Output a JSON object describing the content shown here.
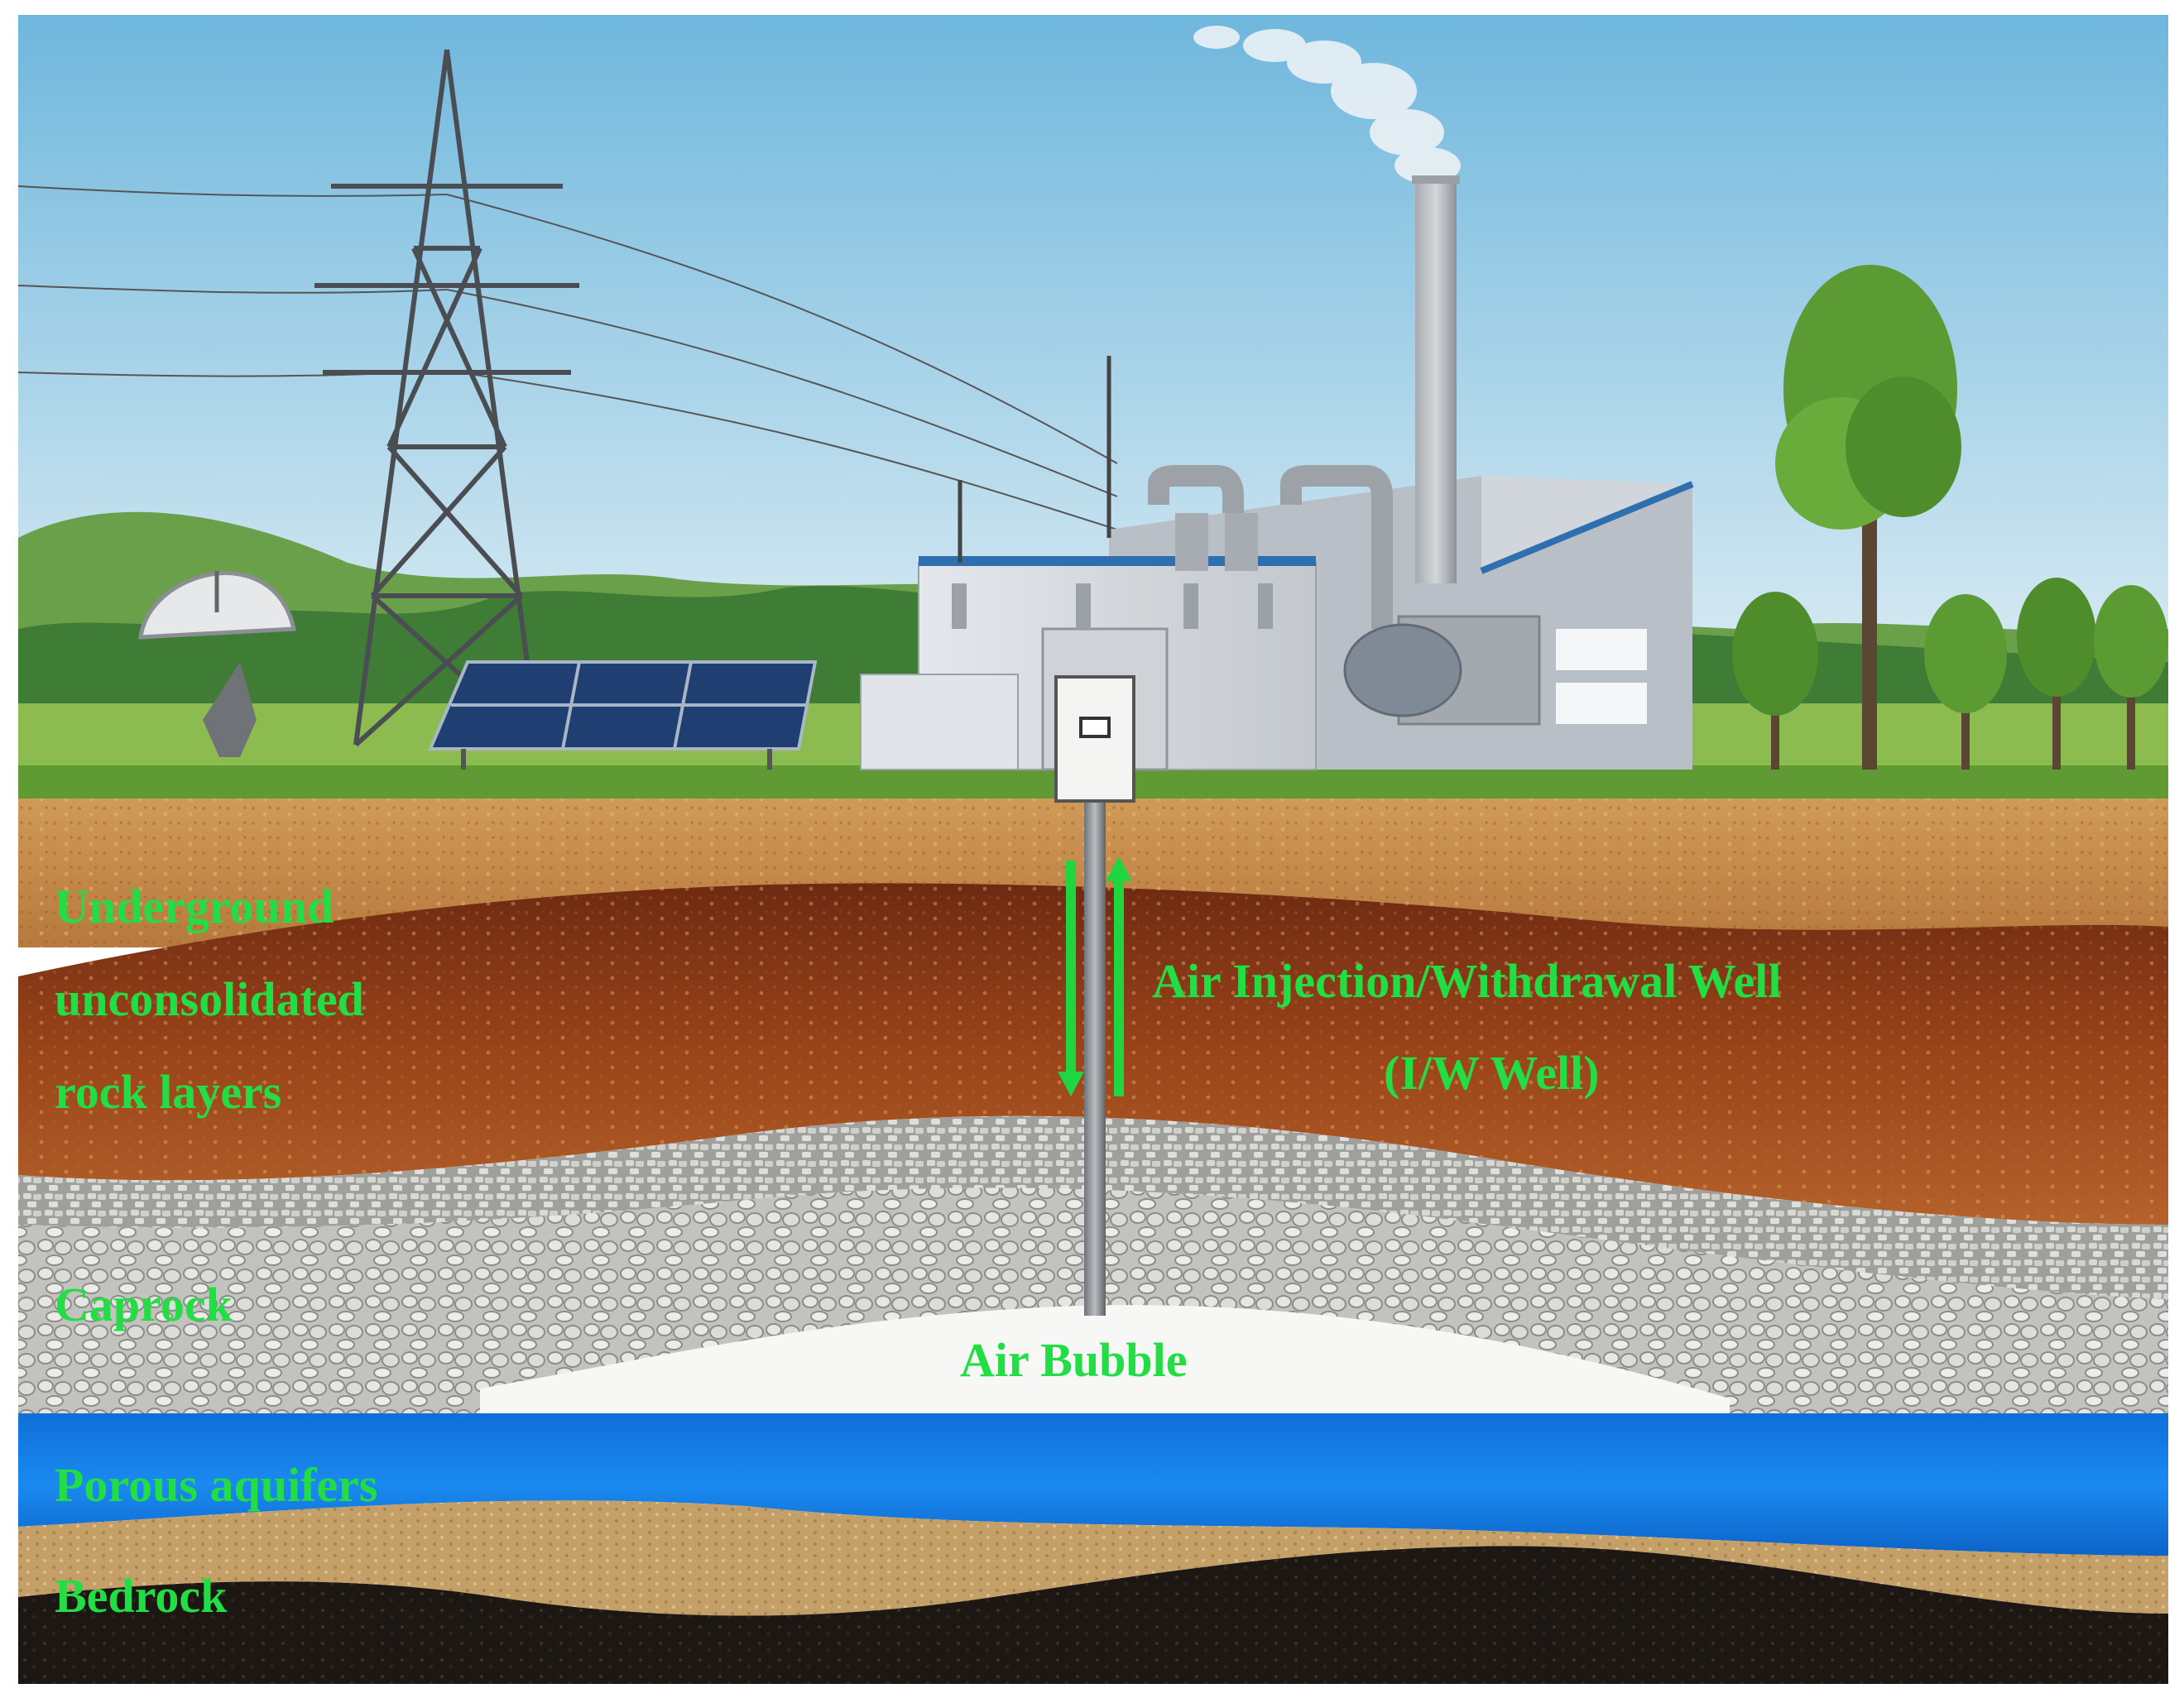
{
  "colors": {
    "label": "#22dd44",
    "sky_top": "#7ec2e2",
    "sky_bottom": "#e7f2f6",
    "grass": "#7fb548",
    "topsoil": "#c88d4c",
    "clay": "#8a3a17",
    "caprock": "#c9c9c6",
    "air_bubble": "#f7f7f5",
    "aquifer": "#1877e0",
    "sand": "#c6a26a",
    "bedrock": "#1a1512",
    "building": "#d7dbe0",
    "pipe": "#8b8f94",
    "arrow": "#1fd641"
  },
  "labels": {
    "underground": [
      "Underground",
      "unconsolidated",
      "rock layers"
    ],
    "well_name": "Air Injection/Withdrawal Well",
    "well_abbr": "(I/W Well)",
    "caprock": "Caprock",
    "air_bubble": "Air Bubble",
    "aquifer": "Porous aquifers",
    "bedrock": "Bedrock"
  },
  "icons": [
    "satellite-dish-icon",
    "transmission-tower-icon",
    "solar-panel-icon",
    "power-plant-icon",
    "chimney-icon",
    "tree-icon",
    "wellhead-icon",
    "arrow-down-icon",
    "arrow-up-icon"
  ]
}
